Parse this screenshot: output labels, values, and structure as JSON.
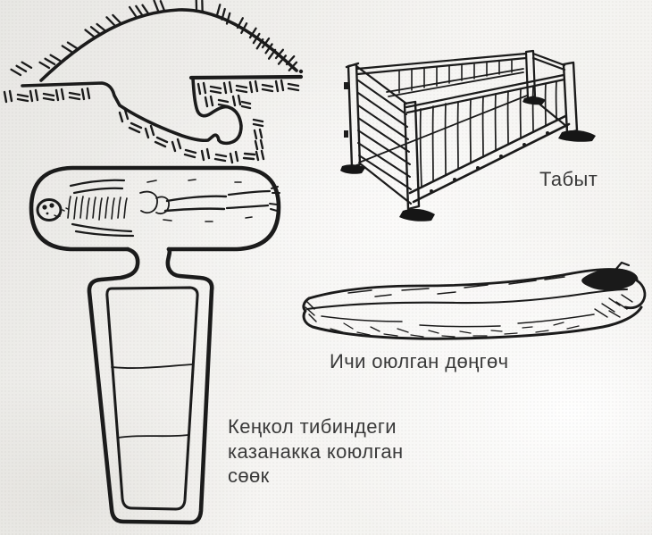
{
  "page": {
    "background_color": "#efeeeb",
    "ink_color": "#1b1b1b",
    "text_color": "#3a3a3a"
  },
  "figures": {
    "mound": {
      "icon": "burial-mound-cross-section-drawing"
    },
    "coffin": {
      "icon": "wooden-coffin-drawing",
      "label": "Табыт"
    },
    "log": {
      "icon": "hollowed-log-drawing",
      "label": "Ичи оюлган дөңгөч"
    },
    "grave": {
      "icon": "catacomb-grave-skeleton-drawing",
      "caption_line1": "Кеңкол тибиндеги",
      "caption_line2": "казанакка коюлган",
      "caption_line3": "сөөк"
    }
  }
}
